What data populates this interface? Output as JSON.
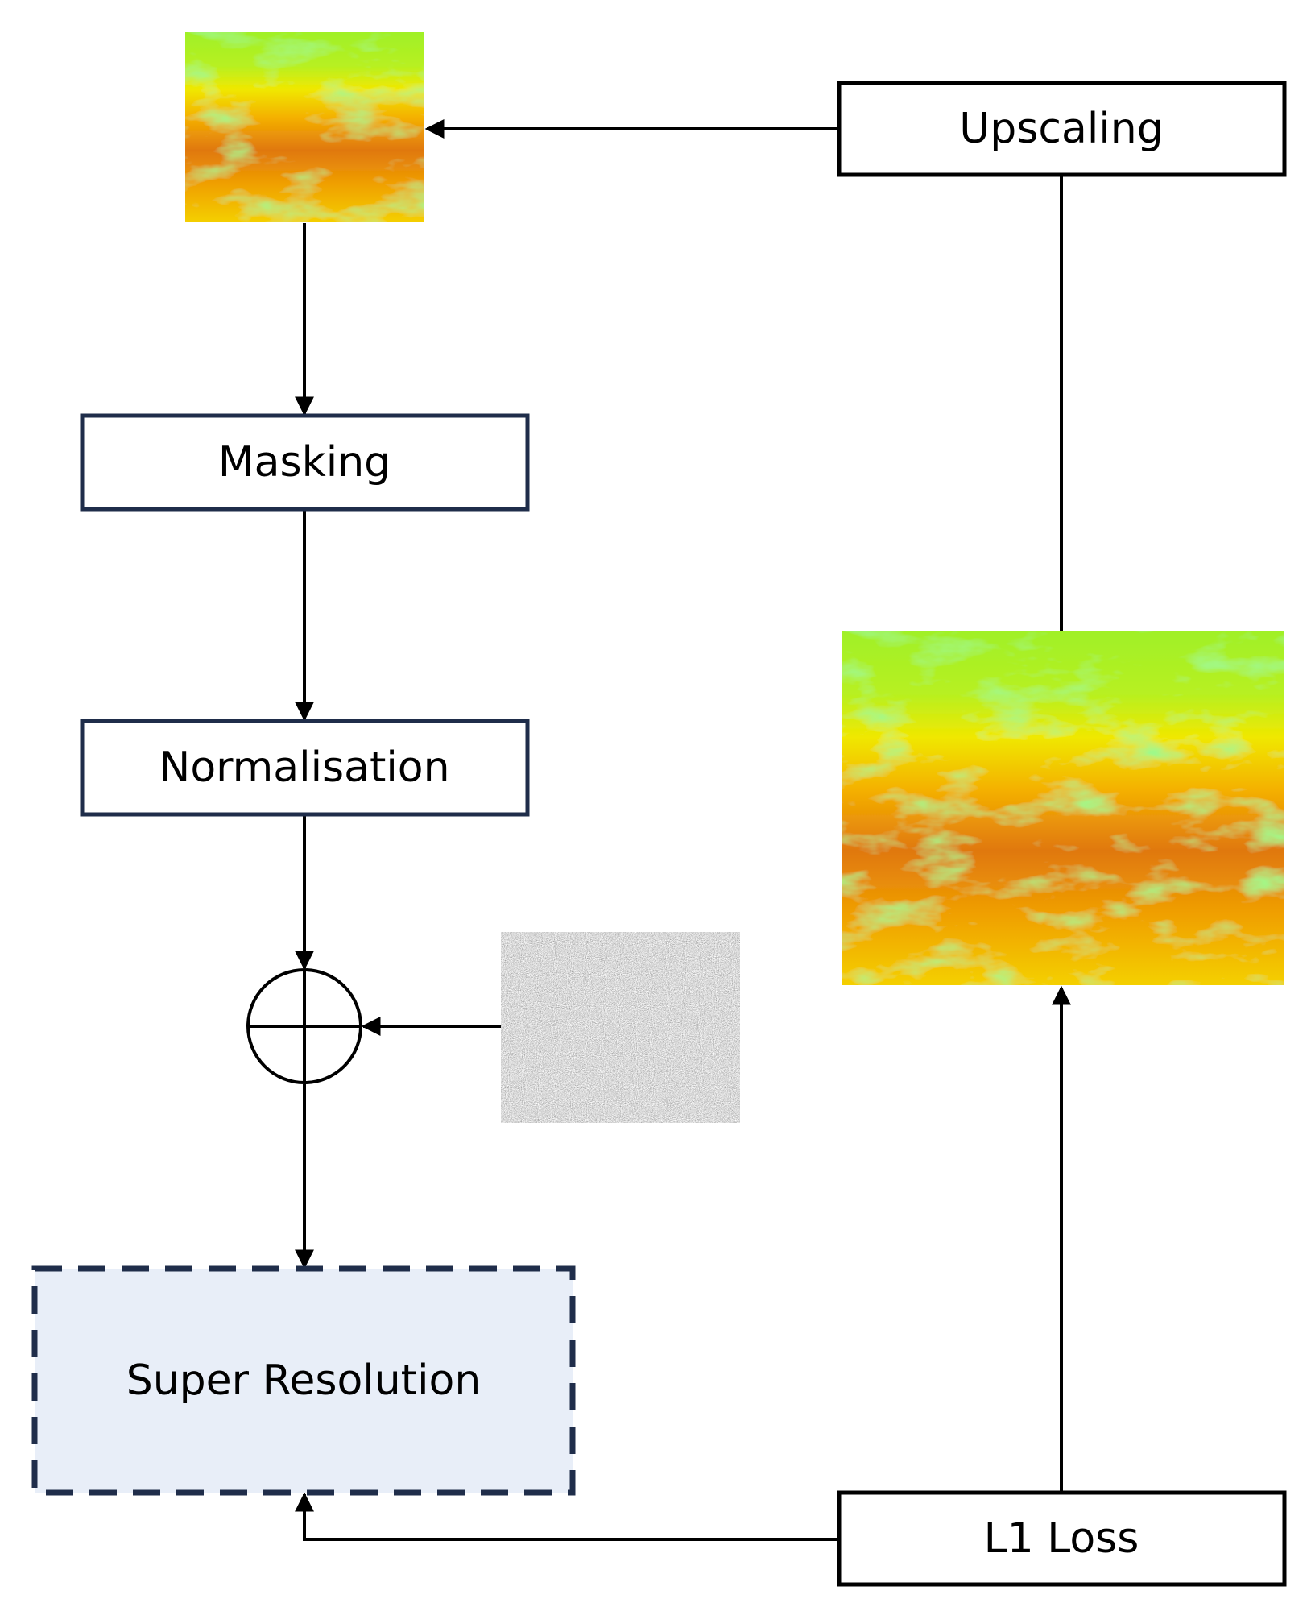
{
  "nodes": {
    "upscaling": {
      "label": "Upscaling"
    },
    "masking": {
      "label": "Masking"
    },
    "normalisation": {
      "label": "Normalisation"
    },
    "super_resolution": {
      "label": "Super Resolution"
    },
    "l1_loss": {
      "label": "L1 Loss"
    }
  },
  "images": {
    "low_res_map": "low-resolution terrain heatmap",
    "high_res_map": "high-resolution terrain heatmap",
    "noise": "gaussian noise patch"
  },
  "colors": {
    "masking_border": "#1f2d4a",
    "super_resolution_fill": "#e8eef8",
    "super_resolution_border": "#1f2d4a",
    "line": "#000000",
    "heatmap_low": "#c85a10",
    "heatmap_mid": "#f5e000",
    "heatmap_high": "#5af03c",
    "noise_base": "#b0b0b0"
  }
}
